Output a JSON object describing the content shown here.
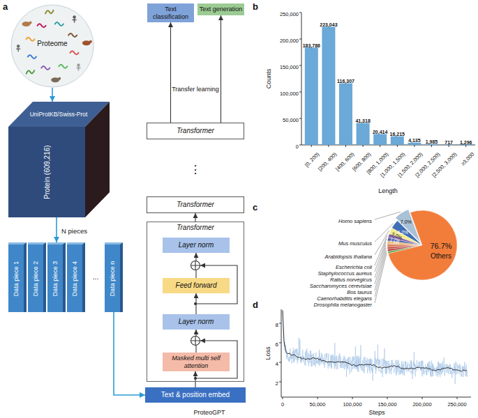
{
  "diagram": {
    "nodes": [
      {
        "text": [
          "Proteome"
        ]
      },
      {
        "text": [
          "UniProtKB/Swiss-Prot",
          "Protein (609,216)"
        ]
      },
      {
        "text": [
          "Data piece 1"
        ]
      },
      {
        "text": [
          "Data piece 2"
        ]
      },
      {
        "text": [
          "Data piece 3"
        ]
      },
      {
        "text": [
          "Data piece 4"
        ]
      },
      {
        "text": [
          "Data piece n"
        ]
      },
      {
        "text": [
          "Text classification"
        ]
      },
      {
        "text": [
          "Text generation"
        ]
      },
      {
        "text": [
          "Transformer"
        ]
      },
      {
        "text": [
          "Transformer"
        ]
      },
      {
        "text": [
          "Transformer"
        ]
      },
      {
        "text": [
          "Layer norm"
        ],
        "in": 11
      },
      {
        "text": [
          "Feed forward"
        ],
        "in": 11
      },
      {
        "text": [
          "Layer norm"
        ],
        "in": 11
      },
      {
        "text": [
          "Masked multi self attention"
        ],
        "in": 11
      },
      {
        "text": [
          "Text & position embed"
        ]
      }
    ],
    "edges": [
      {
        "from": 0,
        "to": 1,
        "arrow": "to"
      },
      {
        "from": 1,
        "to": 4,
        "arrow": "to"
      },
      {
        "from": 6,
        "to": 16,
        "arrow": "to"
      },
      {
        "from": 16,
        "to": 15,
        "arrow": "to"
      },
      {
        "from": 15,
        "to": 14,
        "arrow": "to"
      },
      {
        "from": 14,
        "to": 13,
        "arrow": "to"
      },
      {
        "from": 13,
        "to": 12,
        "arrow": "to"
      },
      {
        "from": 11,
        "to": 10,
        "arrow": "to"
      },
      {
        "from": 9,
        "to": 7,
        "arrow": "to"
      },
      {
        "from": 9,
        "to": 8,
        "arrow": "to"
      }
    ],
    "labels": [
      "a",
      "N pieces",
      "...",
      "⋮",
      "Transfer learning",
      "ProteoGPT",
      "b",
      "Counts",
      "0",
      "50,000",
      "100,000",
      "150,000",
      "200,000",
      "250,000",
      "183,786",
      "223,043",
      "116,307",
      "41,318",
      "20,414",
      "16,215",
      "4,135",
      "1,985",
      "717",
      "1,296",
      "[0, 200)",
      "[200, 400)",
      "[400, 600)",
      "[600, 800)",
      "[800, 1,000)",
      "[1,000, 1,500)",
      "[1,500, 2,000)",
      "[2,000, 2,500)",
      "[2,500, 3,000)",
      "≥3,000",
      "Length",
      "c",
      "Homo sapiens",
      "Mus musculus",
      "Arabidopsis thaliana",
      "Escherichia coli",
      "Staphylococcus aureus",
      "Rattus norvegicus",
      "Saccharomyces cerevisiae",
      "Bos taurus",
      "Caenorhabditis elegans",
      "Drosophila melanogaster",
      "7.0%",
      "4.2%",
      "3.0%",
      "1.7%",
      "1.6%",
      "76.7%",
      "Others",
      "d",
      "Loss",
      "2",
      "4",
      "6",
      "8",
      "0",
      "50,000",
      "100,000",
      "150,000",
      "200,000",
      "250,000",
      "Steps"
    ]
  }
}
